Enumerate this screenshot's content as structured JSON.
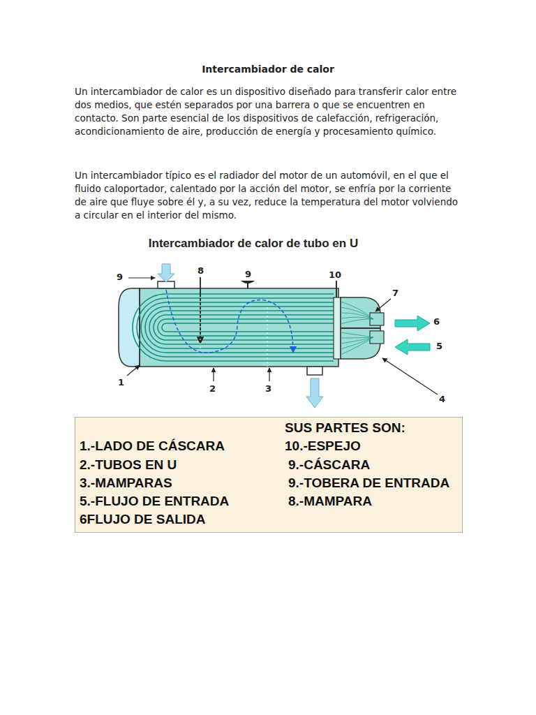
{
  "diagram": {
    "title": "Intercambiador de calor",
    "nodes": [
      {
        "text": [
          "SUS PARTES SON:",
          "1.-LADO DE CÁSCARA",
          "10.-ESPEJO",
          "2.-TUBOS EN U",
          "9.-CÁSCARA",
          "3.-MAMPARAS",
          "9.-TOBERA DE ENTRADA",
          "5.-FLUJO DE ENTRADA",
          "8.-MAMPARA",
          "6FLUJO DE SALIDA"
        ]
      }
    ],
    "labels": [
      "Un intercambiador de calor es un dispositivo diseñado para transferir calor entre dos medios, que estén separados por una barrera o que se encuentren en contacto. Son parte esencial de los dispositivos de calefacción, refrigeración, acondicionamiento de aire, producción de energía y procesamiento químico.",
      "Un intercambiador típico es el radiador del motor de un automóvil, en el que el fluido caloportador, calentado por la acción del motor, se enfría por la corriente de aire que fluye sobre él y, a su vez, reduce la temperatura del motor volviendo a circular en el interior del mismo.",
      "Intercambiador de calor de tubo en U",
      "9",
      "8",
      "9",
      "10",
      "7",
      "6",
      "5",
      "1",
      "2",
      "3",
      "4"
    ]
  }
}
